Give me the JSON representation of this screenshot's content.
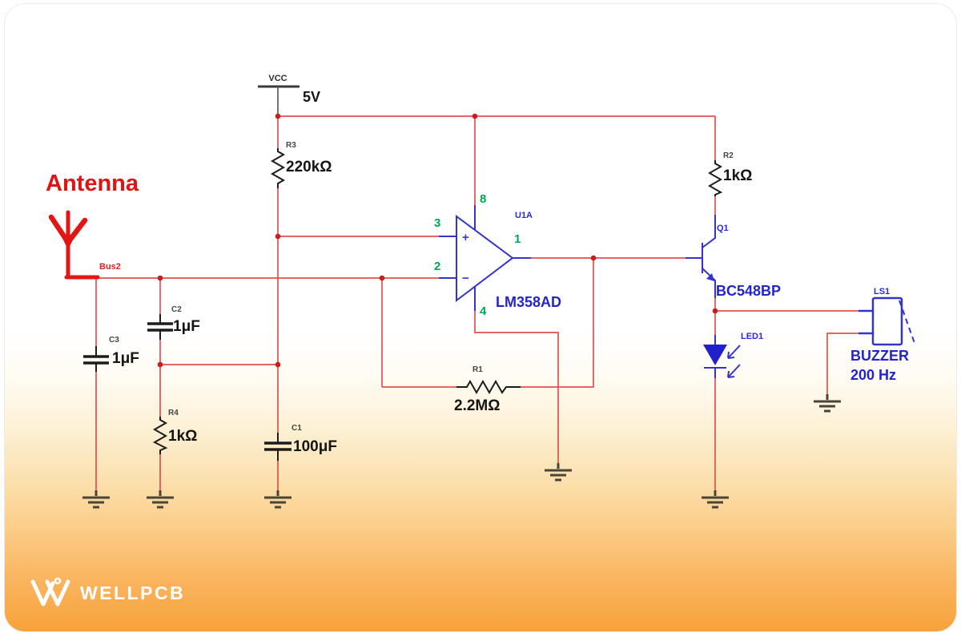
{
  "logo": {
    "brand": "WELLPCB"
  },
  "schematic": {
    "antenna": {
      "label": "Antenna",
      "bus_label": "Bus2"
    },
    "power": {
      "net_label": "VCC",
      "voltage": "5V"
    },
    "opamp": {
      "ref": "U1A",
      "part": "LM358AD",
      "pin_noninverting": "3",
      "pin_inverting": "2",
      "pin_power": "8",
      "pin_ground": "4",
      "pin_output": "1",
      "plus_mark": "+",
      "minus_mark": "−"
    },
    "resistors": {
      "r1": {
        "ref": "R1",
        "value": "2.2MΩ"
      },
      "r2": {
        "ref": "R2",
        "value": "1kΩ"
      },
      "r3": {
        "ref": "R3",
        "value": "220kΩ"
      },
      "r4": {
        "ref": "R4",
        "value": "1kΩ"
      }
    },
    "capacitors": {
      "c1": {
        "ref": "C1",
        "value": "100μF"
      },
      "c2": {
        "ref": "C2",
        "value": "1μF"
      },
      "c3": {
        "ref": "C3",
        "value": "1μF"
      }
    },
    "transistor": {
      "ref": "Q1",
      "part": "BC548BP"
    },
    "led": {
      "ref": "LED1"
    },
    "buzzer": {
      "ref": "LS1",
      "label": "BUZZER",
      "frequency": "200 Hz"
    },
    "colors": {
      "wire_red": "#e25050",
      "junction_red": "#c81e1e",
      "symbol_blue": "#3434c8",
      "label_blue": "#2323cf",
      "pin_green": "#00a651",
      "antenna_red": "#e41515",
      "ground_dark": "#4a4536",
      "background_orange": "#f8a23a"
    }
  }
}
